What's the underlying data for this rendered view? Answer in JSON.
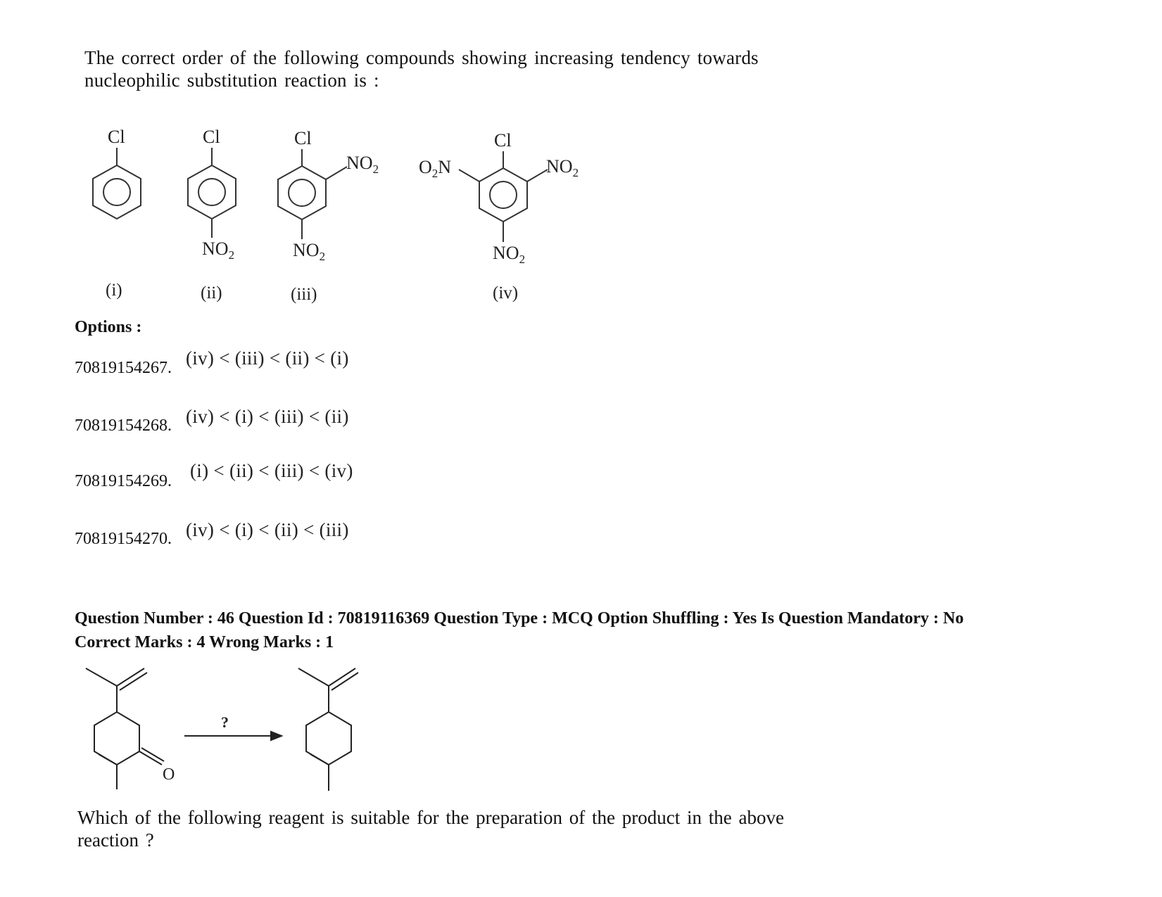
{
  "question1": {
    "text_line1": "The correct order of the following compounds showing increasing tendency towards",
    "text_line2": "nucleophilic substitution reaction is :",
    "compounds": [
      {
        "label": "(i)",
        "substituents": [
          "Cl"
        ]
      },
      {
        "label": "(ii)",
        "substituents": [
          "Cl",
          "NO2"
        ]
      },
      {
        "label": "(iii)",
        "substituents": [
          "Cl",
          "NO2",
          "NO2"
        ]
      },
      {
        "label": "(iv)",
        "substituents": [
          "Cl",
          "O2N",
          "NO2",
          "NO2"
        ]
      }
    ],
    "atoms": {
      "cl": "Cl",
      "no": "NO",
      "two": "2",
      "o": "O",
      "n": "N"
    },
    "options_title": "Options :",
    "options": [
      {
        "id": "70819154267.",
        "answer": "(iv) < (iii) < (ii) < (i)"
      },
      {
        "id": "70819154268.",
        "answer": "(iv) < (i) < (iii) < (ii)"
      },
      {
        "id": "70819154269.",
        "answer": "(i) < (ii) < (iii) < (iv)"
      },
      {
        "id": "70819154270.",
        "answer": "(iv) < (i) < (ii) < (iii)"
      }
    ]
  },
  "question2": {
    "meta_line1": "Question Number : 46 Question Id : 70819116369 Question Type : MCQ Option Shuffling : Yes Is Question Mandatory : No",
    "meta_line2": "Correct Marks : 4 Wrong Marks : 1",
    "reaction": {
      "arrow_label": "?",
      "oxygen_label": "O"
    },
    "text_line1": "Which of the following reagent is suitable for the preparation of the product in the above",
    "text_line2": "reaction ?"
  }
}
